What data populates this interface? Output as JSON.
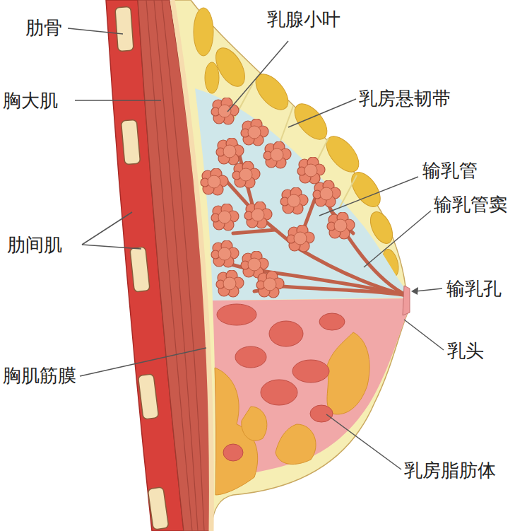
{
  "diagram": {
    "labels": [
      "肋骨",
      "乳腺小叶",
      "胸大肌",
      "乳房悬韧带",
      "输乳管",
      "输乳管窦",
      "肋间肌",
      "输乳孔",
      "乳头",
      "胸肌筋膜",
      "乳房脂肪体"
    ]
  }
}
